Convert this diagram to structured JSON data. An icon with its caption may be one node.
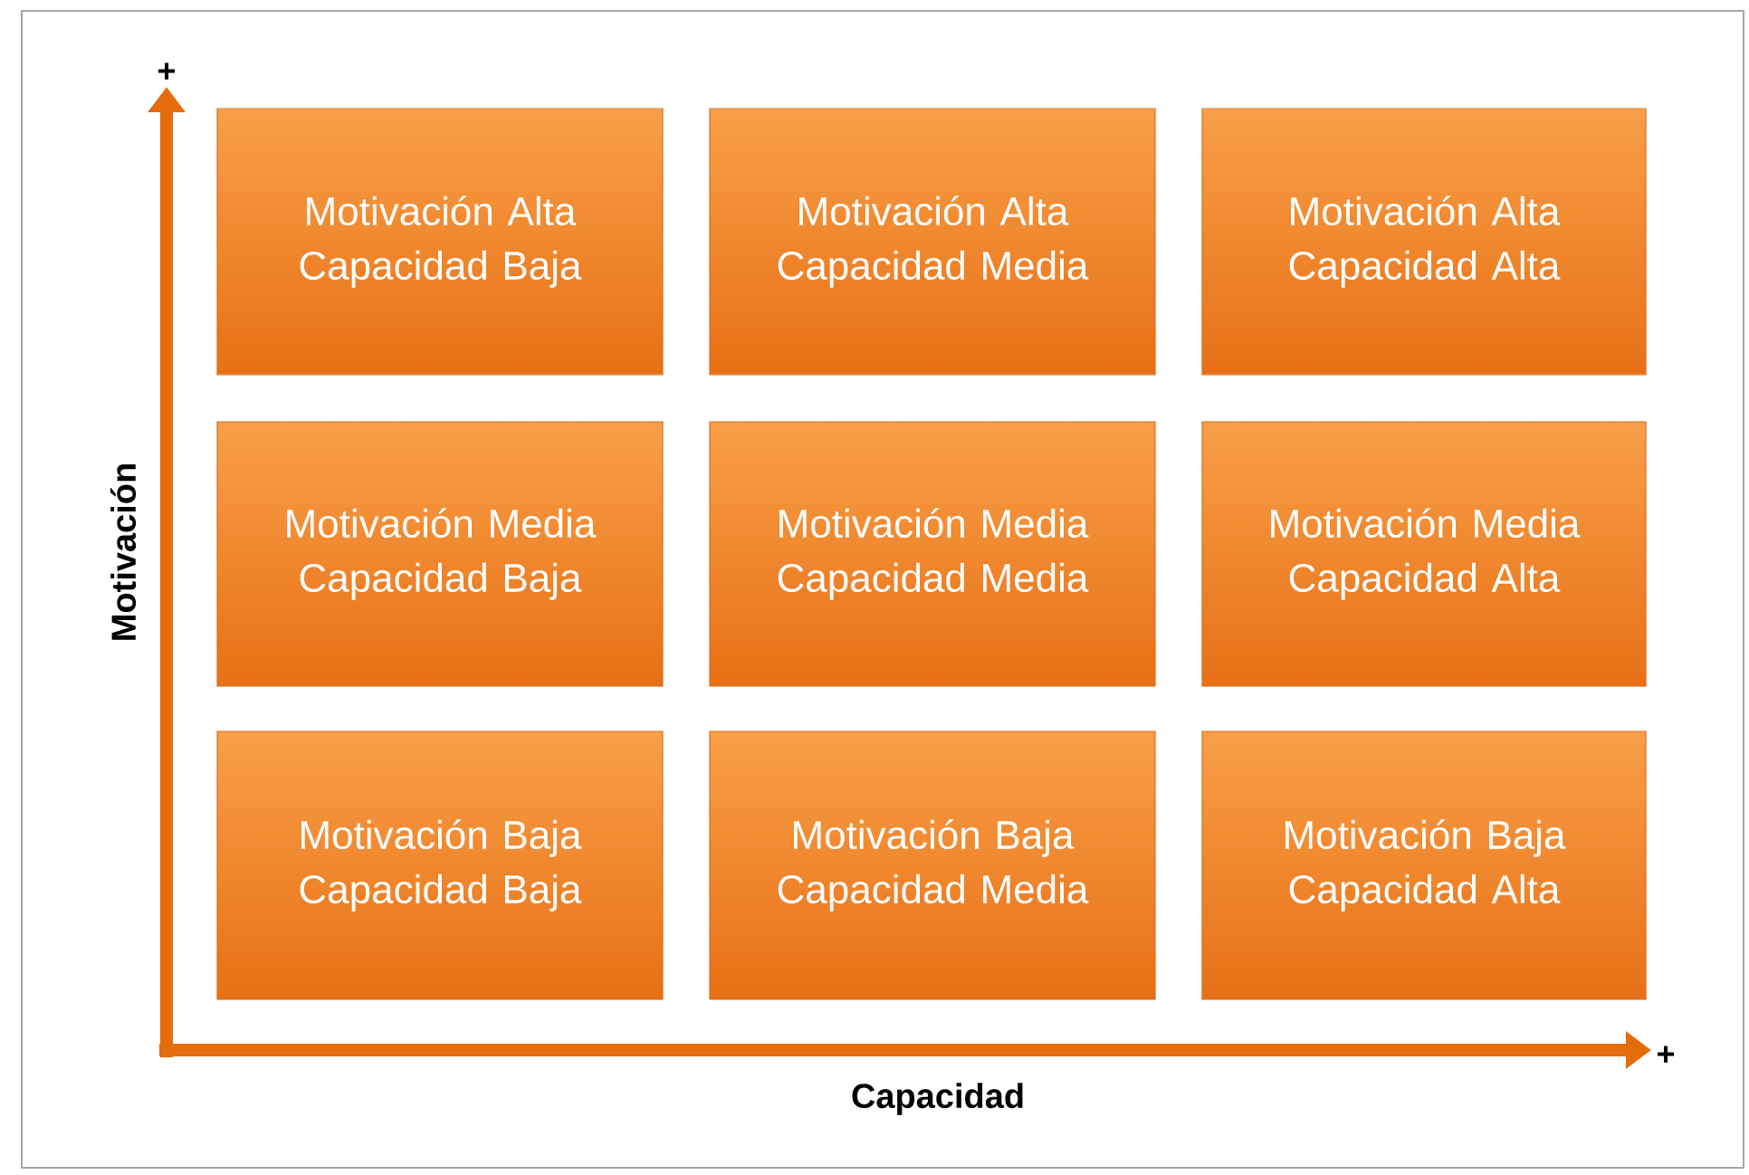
{
  "diagram": {
    "nodes": [
      {
        "text": [
          "Motivación Alta Capacidad Baja"
        ]
      },
      {
        "text": [
          "Motivación Alta Capacidad Media"
        ]
      },
      {
        "text": [
          "Motivación Alta Capacidad Alta"
        ]
      },
      {
        "text": [
          "Motivación Media Capacidad Baja"
        ]
      },
      {
        "text": [
          "Motivación Media Capacidad Media"
        ]
      },
      {
        "text": [
          "Motivación Media Capacidad Alta"
        ]
      },
      {
        "text": [
          "Motivación Baja Capacidad Baja"
        ]
      },
      {
        "text": [
          "Motivación Baja Capacidad Media"
        ]
      },
      {
        "text": [
          "Motivación Baja Capacidad Alta"
        ]
      }
    ],
    "labels": [
      "+",
      "Motivación",
      "+",
      "Capacidad"
    ]
  }
}
